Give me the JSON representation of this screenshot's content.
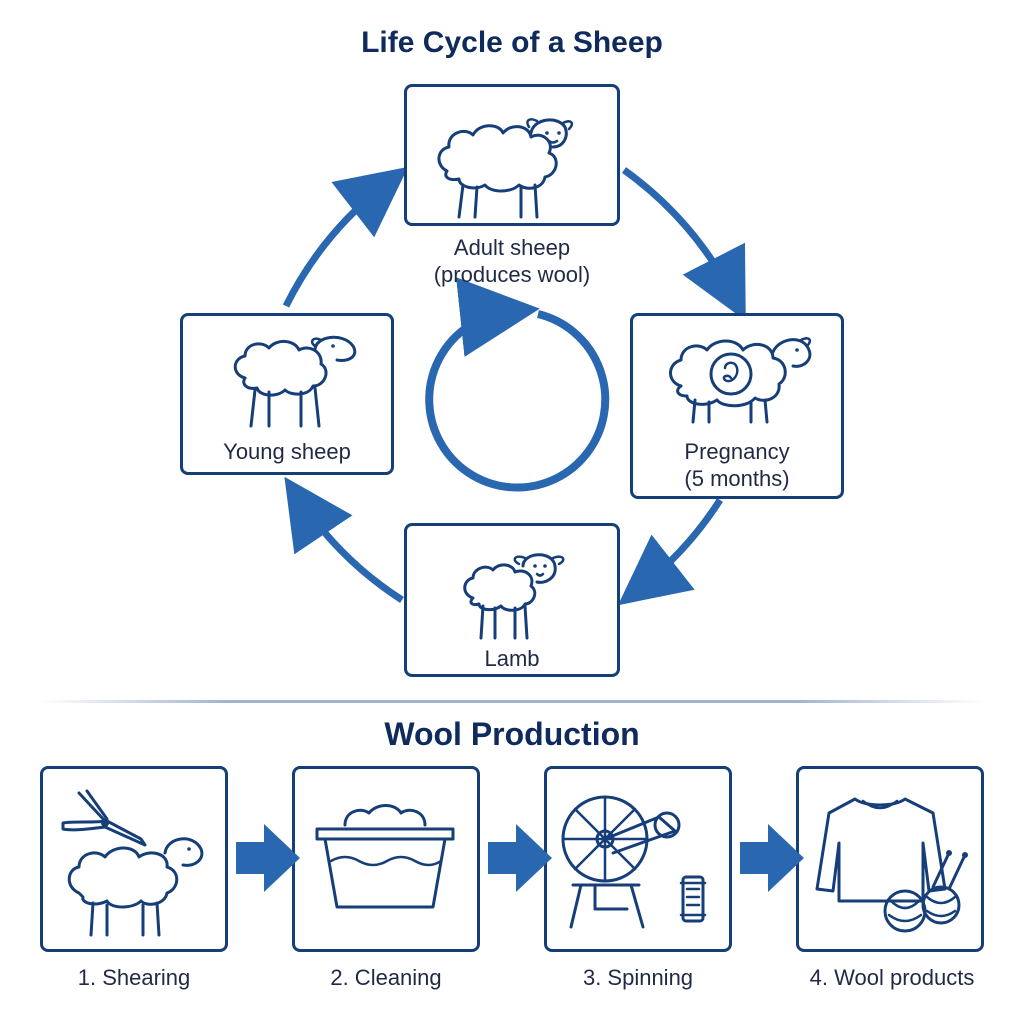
{
  "titles": {
    "life_cycle": "Life Cycle of a Sheep",
    "wool_production": "Wool Production"
  },
  "life_cycle": {
    "adult": {
      "line1": "Adult sheep",
      "line2": "(produces wool)",
      "icon": "adult-sheep-icon"
    },
    "pregnancy": {
      "line1": "Pregnancy",
      "line2": "(5 months)",
      "icon": "pregnant-sheep-icon"
    },
    "lamb": {
      "line1": "Lamb",
      "icon": "lamb-icon"
    },
    "young": {
      "line1": "Young sheep",
      "icon": "young-sheep-icon"
    }
  },
  "wool_steps": [
    {
      "label": "1. Shearing",
      "icon": "shears-sheep-icon"
    },
    {
      "label": "2. Cleaning",
      "icon": "wool-basin-icon"
    },
    {
      "label": "3. Spinning",
      "icon": "spinning-wheel-icon"
    },
    {
      "label": "4. Wool products",
      "icon": "sweater-yarn-icon"
    }
  ],
  "colors": {
    "accent_blue": "#2a67b1",
    "card_border": "#163e78",
    "title": "#0f2a5c"
  }
}
